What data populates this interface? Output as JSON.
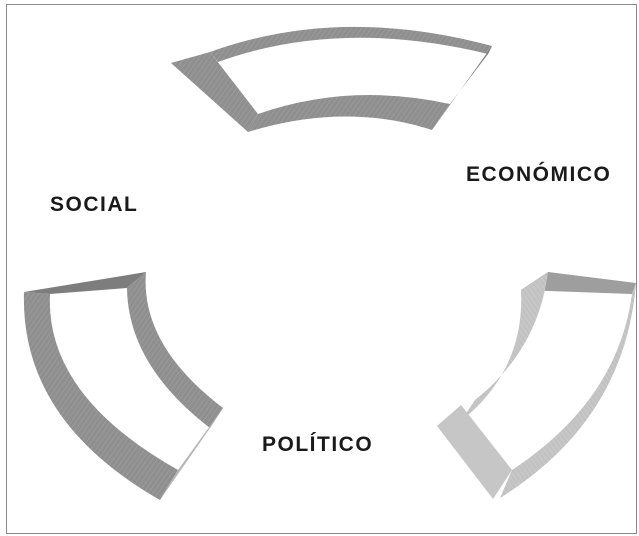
{
  "labels": {
    "social": "SOCIAL",
    "economico": "ECONÓMICO",
    "politico": "POLÍTICO"
  },
  "colors": {
    "band_dark": "#8c8c8c",
    "band_mid": "#9a9a9a",
    "band_light": "#bdbdbd",
    "block_light": "#c4c4c4",
    "text": "#1a1a1a",
    "border": "#8a8a8a"
  }
}
